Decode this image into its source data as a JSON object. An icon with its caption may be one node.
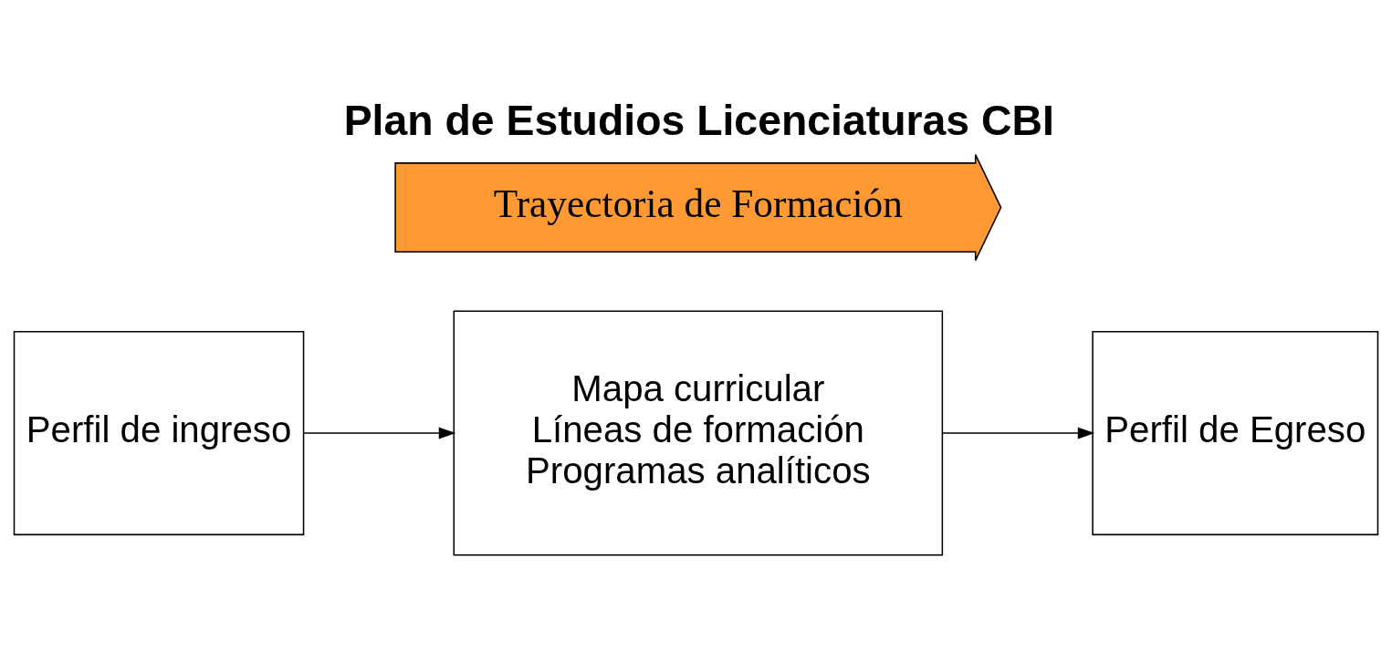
{
  "diagram": {
    "title": "Plan de Estudios Licenciaturas CBI",
    "nodes": [
      {
        "text": [
          "Perfil de ingreso"
        ]
      },
      {
        "text": [
          "Mapa curricular",
          "Líneas de formación",
          "Programas analíticos"
        ]
      },
      {
        "text": [
          "Perfil de Egreso"
        ]
      },
      {
        "text": [
          "Trayectoria de Formación"
        ]
      }
    ],
    "edges": [
      {
        "from": 0,
        "to": 1,
        "arrow": "to"
      },
      {
        "from": 1,
        "to": 2,
        "arrow": "to"
      }
    ]
  }
}
